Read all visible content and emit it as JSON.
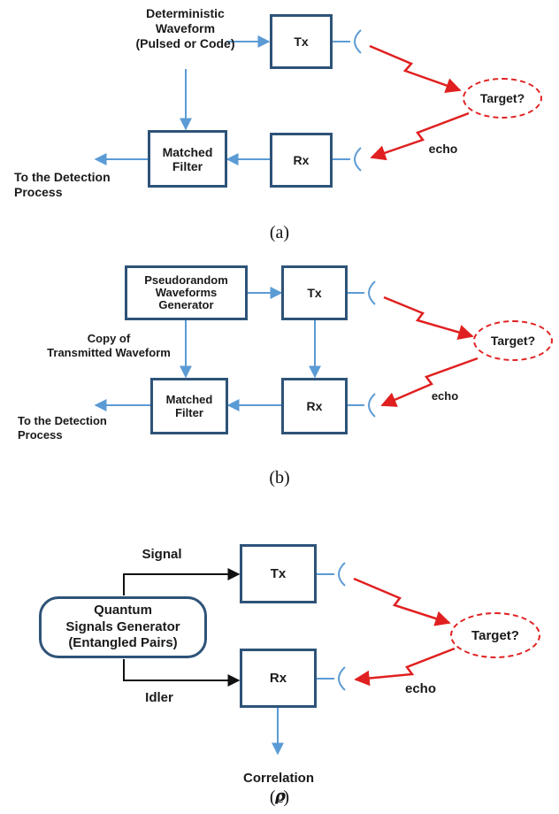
{
  "panel_a": {
    "waveform_label": "Deterministic\nWaveform\n(Pulsed or Code)",
    "tx": "Tx",
    "rx": "Rx",
    "matched_filter": "Matched\nFilter",
    "target": "Target?",
    "echo": "echo",
    "detection": "To the Detection\nProcess",
    "caption": "(a)"
  },
  "panel_b": {
    "generator": "Pseudorandom\nWaveforms\nGenerator",
    "tx": "Tx",
    "rx": "Rx",
    "copy_label": "Copy of\nTransmitted Waveform",
    "matched_filter": "Matched\nFilter",
    "target": "Target?",
    "echo": "echo",
    "detection": "To the Detection\nProcess",
    "caption": "(b)"
  },
  "panel_c": {
    "generator": "Quantum\nSignals Generator\n(Entangled Pairs)",
    "signal": "Signal",
    "idler": "Idler",
    "tx": "Tx",
    "rx": "Rx",
    "target": "Target?",
    "echo": "echo",
    "correlation": "Correlation",
    "rho": "ρ",
    "caption": "(c)"
  },
  "colors": {
    "box_border": "#2e5378",
    "blue_arrow": "#5b9bd5",
    "red_arrow": "#e02020",
    "black_arrow": "#111111"
  }
}
